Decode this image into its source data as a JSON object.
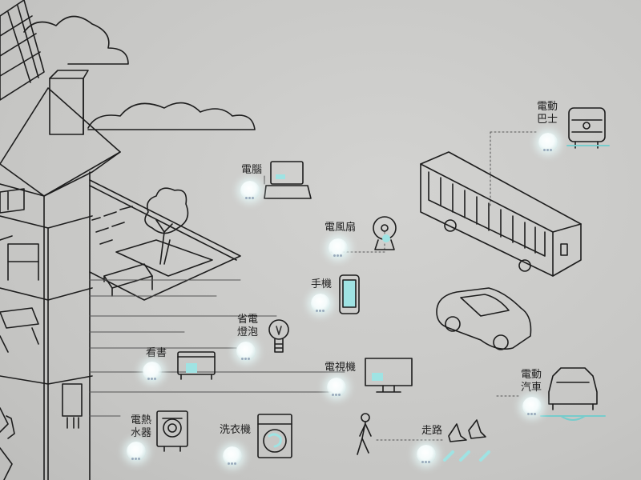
{
  "labels": {
    "electric_bus": [
      "電動",
      "巴士"
    ],
    "computer": "電腦",
    "electric_fan": "電風扇",
    "phone": "手機",
    "energy_bulb": [
      "省電",
      "燈泡"
    ],
    "reading": "看書",
    "television": "電視機",
    "electric_car": [
      "電動",
      "汽車"
    ],
    "water_heater": [
      "電熱",
      "水器"
    ],
    "washing_machine": "洗衣機",
    "walking": "走路"
  },
  "colors": {
    "background": "#c9c9c7",
    "line": "#1d1d1d",
    "glow": "#e6fbfb",
    "screen_glow": "#9fe3e3"
  }
}
